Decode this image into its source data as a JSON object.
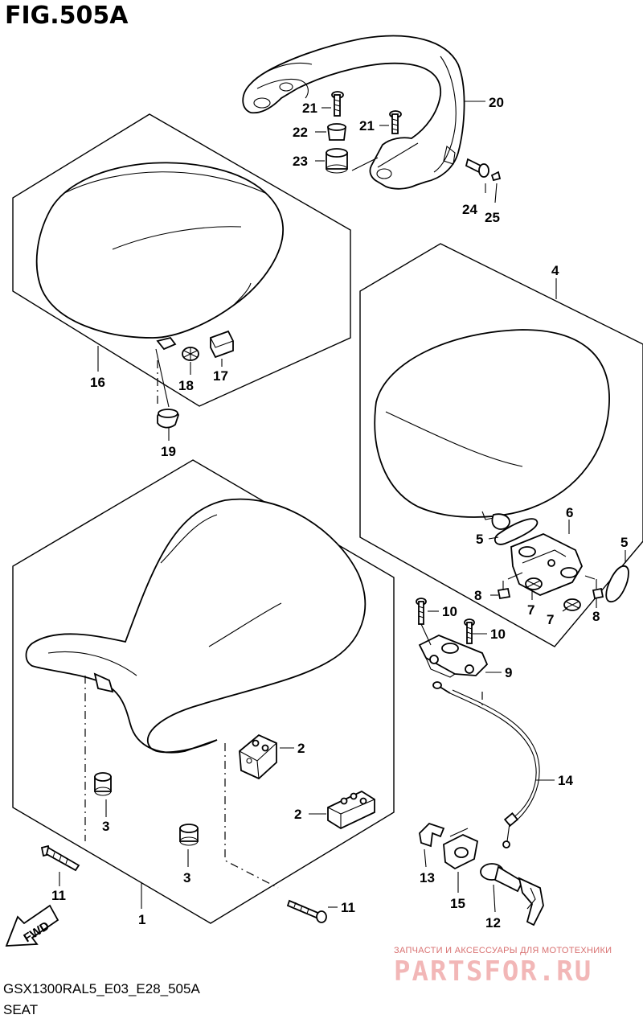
{
  "figure": {
    "title": "FIG.505A",
    "code": "GSX1300RAL5_E03_E28_505A",
    "subtitle": "SEAT"
  },
  "fwd": "FWD",
  "watermark": {
    "line1": "ЗАПЧАСТИ И АКСЕССУАРЫ ДЛЯ МОТОТЕХНИКИ",
    "line2": "PARTSFOR.RU"
  },
  "callouts": {
    "c1": "1",
    "c2a": "2",
    "c2b": "2",
    "c3a": "3",
    "c3b": "3",
    "c4": "4",
    "c5a": "5",
    "c5b": "5",
    "c6": "6",
    "c7a": "7",
    "c7b": "7",
    "c8a": "8",
    "c8b": "8",
    "c9": "9",
    "c10a": "10",
    "c10b": "10",
    "c11a": "11",
    "c11b": "11",
    "c12": "12",
    "c13": "13",
    "c14": "14",
    "c15": "15",
    "c16": "16",
    "c17": "17",
    "c18": "18",
    "c19": "19",
    "c20": "20",
    "c21a": "21",
    "c21b": "21",
    "c22": "22",
    "c23": "23",
    "c24": "24",
    "c25": "25"
  }
}
